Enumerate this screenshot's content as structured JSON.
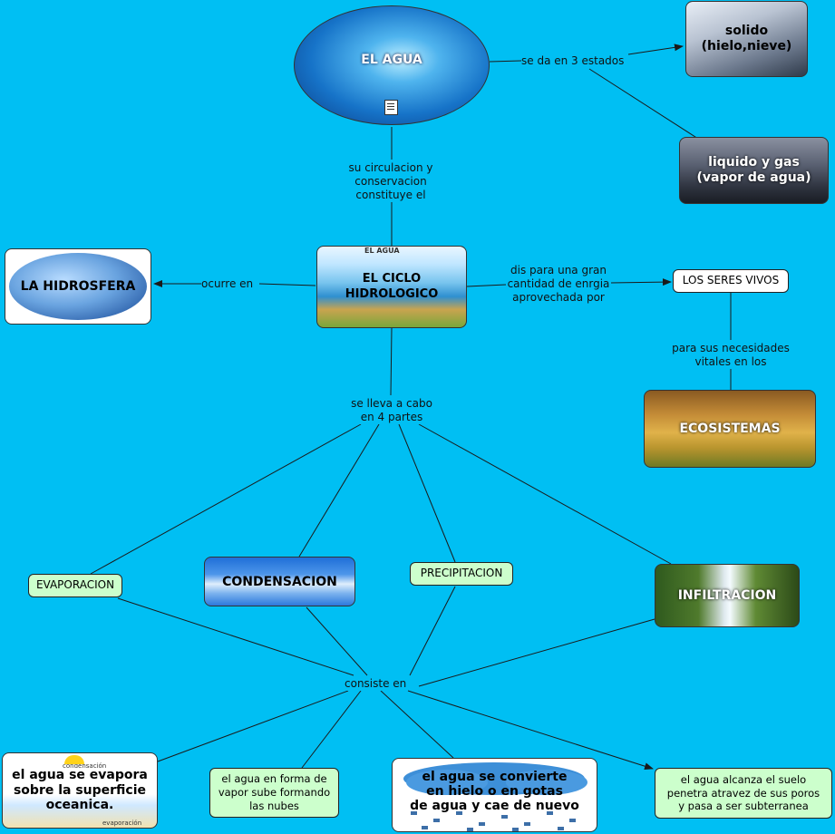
{
  "nodes": {
    "agua": "EL AGUA",
    "solido": "solido\n(hielo,nieve)",
    "liquido_gas": "liquido y gas\n(vapor de agua)",
    "ciclo": "EL CICLO\nHIDROLOGICO",
    "ciclo_caption": "EL AGUA",
    "hidrosfera": "LA HIDROSFERA",
    "seres_vivos": "LOS SERES VIVOS",
    "ecosistemas": "ECOSISTEMAS",
    "evaporacion": "EVAPORACION",
    "condensacion": "CONDENSACION",
    "precipitacion": "PRECIPITACION",
    "infiltracion": "INFILTRACION",
    "desc_evaporacion": "el agua se evapora\nsobre la superficie\noceanica.",
    "desc_evaporacion_caption_top": "condensación",
    "desc_evaporacion_caption_bottom": "evaporación",
    "desc_condensacion": "el  agua en forma de\nvapor sube formando\nlas nubes",
    "desc_precipitacion": "el agua se convierte\nen hielo o en gotas\nde agua y cae de nuevo",
    "desc_infiltracion": "el agua alcanza el suelo\npenetra atravez de sus poros\ny pasa a ser subterranea"
  },
  "links": {
    "tres_estados": "se da en 3 estados",
    "circulacion": "su circulacion y\nconservacion\nconstituye el",
    "ocurre": "ocurre en",
    "energia": "dis para una gran\ncantidad de enrgia\naprovechada por",
    "necesidades": "para sus necesidades\nvitales en los",
    "partes": "se lleva a cabo\nen 4 partes",
    "consiste": "consiste en"
  },
  "colors": {
    "background": "#00bff3",
    "concept_fill": "#ccffcc",
    "line": "#1a1a1a"
  }
}
